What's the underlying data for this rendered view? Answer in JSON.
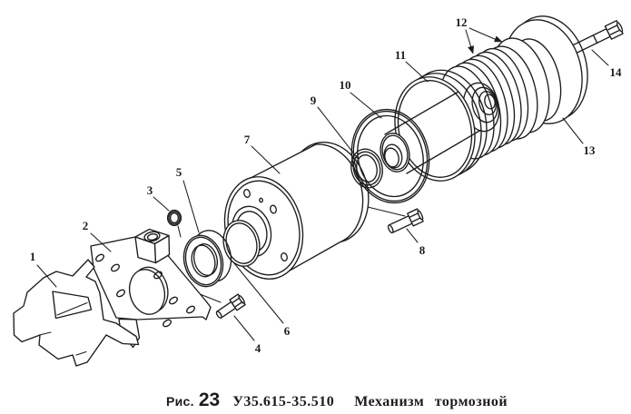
{
  "caption": {
    "fig_label": "Рис.",
    "fig_number": "23",
    "designation": "У35.615-35.510",
    "title": "Механизм тормозной"
  },
  "part_labels": [
    {
      "number": "1"
    },
    {
      "number": "2"
    },
    {
      "number": "3"
    },
    {
      "number": "4"
    },
    {
      "number": "5"
    },
    {
      "number": "6"
    },
    {
      "number": "7"
    },
    {
      "number": "8"
    },
    {
      "number": "9"
    },
    {
      "number": "10"
    },
    {
      "number": "11"
    },
    {
      "number": "12"
    },
    {
      "number": "13"
    },
    {
      "number": "14"
    }
  ],
  "colors": {
    "ink": "#1c1c1c",
    "paper": "#ffffff"
  }
}
